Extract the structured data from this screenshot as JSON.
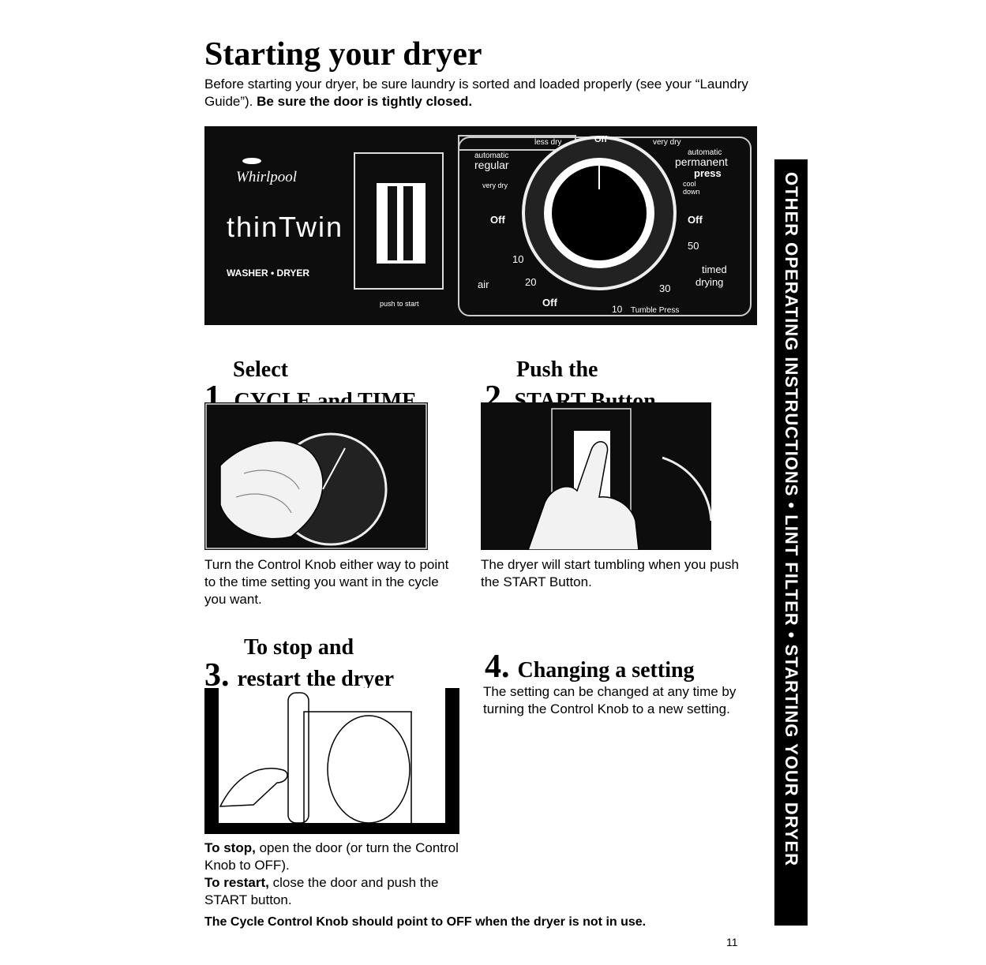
{
  "page": {
    "title": "Starting your dryer",
    "intro_a": "Before starting your dryer, be sure laundry is sorted and loaded properly (see your “Laundry Guide”).",
    "intro_b": "Be sure the door is tightly closed.",
    "footer_note": "The Cycle Control Knob should point to OFF when the dryer is not in use.",
    "page_number": "11"
  },
  "sidebar": {
    "text": "OTHER OPERATING INSTRUCTIONS • LINT FILTER • STARTING YOUR DRYER"
  },
  "control_panel": {
    "brand": "Whirlpool",
    "model": "thinTwin",
    "type": "WASHER • DRYER",
    "push_label": "push to start",
    "dial": {
      "less_dry": "less dry",
      "off_top": "Off",
      "very_dry": "very dry",
      "automatic_left": "automatic",
      "regular": "regular",
      "very_dry_left": "very dry",
      "automatic_right": "automatic",
      "permanent": "permanent",
      "press": "press",
      "cool": "cool",
      "down": "down",
      "off_left": "Off",
      "off_right": "Off",
      "fifty": "50",
      "ten_left": "10",
      "air": "air",
      "twenty": "20",
      "timed": "timed",
      "drying": "drying",
      "thirty": "30",
      "off_bottom": "Off",
      "ten_bottom": "10",
      "tumble_press": "Tumble Press"
    }
  },
  "steps": [
    {
      "number": "1.",
      "title_line1": "Select",
      "title_line2": "CYCLE and TIME",
      "text": "Turn the Control Knob either way to point to the time setting you want in the cycle you want."
    },
    {
      "number": "2.",
      "title_line1": "Push the",
      "title_line2": "START Button",
      "text": "The dryer will start tumbling when you push the START Button."
    },
    {
      "number": "3.",
      "title_line1": "To stop and",
      "title_line2": "restart the dryer",
      "stop_bold": "To stop,",
      "stop_text": "open the door (or turn the Control Knob to OFF).",
      "restart_bold": "To restart,",
      "restart_text": "close the door and push the START button."
    },
    {
      "number": "4.",
      "title_line1": "Changing a setting",
      "text": "The setting can be changed at any time by turning the Control Knob to a new setting."
    }
  ]
}
